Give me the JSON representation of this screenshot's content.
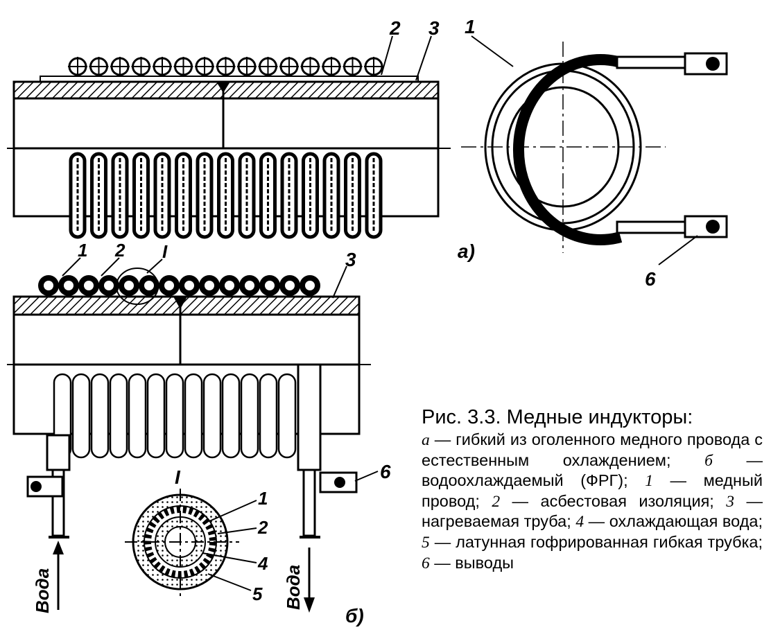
{
  "labels": {
    "a_wire": "1",
    "a_insulation": "2",
    "a_pipe": "3",
    "a_panel": "а)",
    "a_terminal": "6",
    "b_wire_left": "1",
    "b_insulation": "2",
    "b_wire_detail": "I",
    "b_pipe": "3",
    "b_terminal": "6",
    "b_panel": "б)",
    "section_title": "I",
    "section_1": "1",
    "section_2": "2",
    "section_4": "4",
    "section_5": "5",
    "water_in": "Вода",
    "water_out": "Вода"
  },
  "caption": {
    "title": "Рис. 3.3. Медные индукторы:",
    "items": [
      {
        "key": "а",
        "text": " — гибкий из оголенного медного провода с естественным охлаждением; "
      },
      {
        "key": "б",
        "text": " — водоохлаждаемый (ФРГ); "
      },
      {
        "key": "1",
        "text": " — медный провод; "
      },
      {
        "key": "2",
        "text": " — асбестовая изоляция; "
      },
      {
        "key": "3",
        "text": " — нагреваемая труба; "
      },
      {
        "key": "4",
        "text": " — охлаждающая вода; "
      },
      {
        "key": "5",
        "text": " — латунная гофрированная гибкая трубка; "
      },
      {
        "key": "6",
        "text": " — выводы"
      }
    ]
  },
  "colors": {
    "ink": "#000000",
    "paper": "#ffffff"
  }
}
